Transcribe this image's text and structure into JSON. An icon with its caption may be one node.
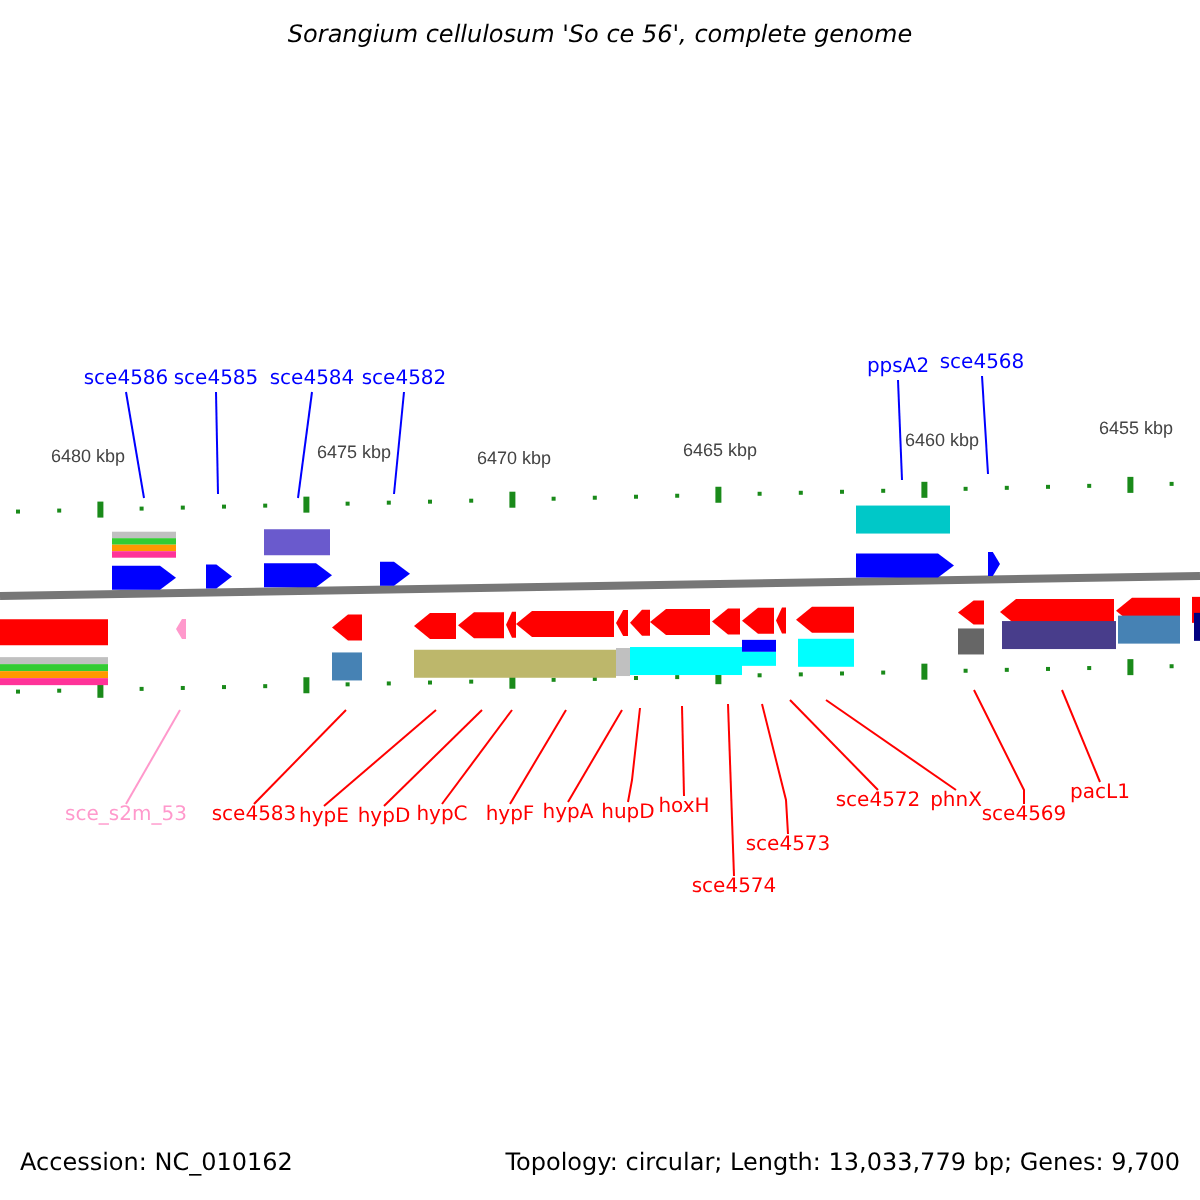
{
  "diagram": {
    "title": "Sorangium cellulosum 'So ce 56', complete genome",
    "nodes": [
      {
        "text": [
          "sce4586"
        ]
      },
      {
        "text": [
          "sce4585"
        ]
      },
      {
        "text": [
          "sce4584"
        ]
      },
      {
        "text": [
          "sce4582"
        ]
      },
      {
        "text": [
          "ppsA2"
        ]
      },
      {
        "text": [
          "sce4568"
        ]
      },
      {
        "text": [
          "sce_s2m_53"
        ]
      },
      {
        "text": [
          "sce4583"
        ]
      },
      {
        "text": [
          "hypE"
        ]
      },
      {
        "text": [
          "hypD"
        ]
      },
      {
        "text": [
          "hypC"
        ]
      },
      {
        "text": [
          "hypF"
        ]
      },
      {
        "text": [
          "hypA"
        ]
      },
      {
        "text": [
          "hupD"
        ]
      },
      {
        "text": [
          "hoxH"
        ]
      },
      {
        "text": [
          "sce4574"
        ]
      },
      {
        "text": [
          "sce4573"
        ]
      },
      {
        "text": [
          "sce4572"
        ]
      },
      {
        "text": [
          "phnX"
        ]
      },
      {
        "text": [
          "sce4569"
        ]
      },
      {
        "text": [
          "pacL1"
        ]
      }
    ],
    "edges": [
      {
        "from": 0,
        "to": null,
        "arrow": "none",
        "color": "#0000ff"
      },
      {
        "from": 1,
        "to": null,
        "arrow": "none",
        "color": "#0000ff"
      },
      {
        "from": 2,
        "to": null,
        "arrow": "none",
        "color": "#0000ff"
      },
      {
        "from": 3,
        "to": null,
        "arrow": "none",
        "color": "#0000ff"
      },
      {
        "from": 4,
        "to": null,
        "arrow": "none",
        "color": "#0000ff"
      },
      {
        "from": 5,
        "to": null,
        "arrow": "none",
        "color": "#0000ff"
      },
      {
        "from": 6,
        "to": null,
        "arrow": "none",
        "color": "#ff99cc"
      },
      {
        "from": 7,
        "to": null,
        "arrow": "none"
      },
      {
        "from": 8,
        "to": null,
        "arrow": "none"
      },
      {
        "from": 9,
        "to": null,
        "arrow": "none"
      },
      {
        "from": 10,
        "to": null,
        "arrow": "none"
      },
      {
        "from": 11,
        "to": null,
        "arrow": "none"
      },
      {
        "from": 12,
        "to": null,
        "arrow": "none"
      },
      {
        "from": 13,
        "to": null,
        "arrow": "none"
      },
      {
        "from": 14,
        "to": null,
        "arrow": "none"
      },
      {
        "from": 15,
        "to": null,
        "arrow": "none"
      },
      {
        "from": 16,
        "to": null,
        "arrow": "none"
      },
      {
        "from": 17,
        "to": null,
        "arrow": "none"
      },
      {
        "from": 18,
        "to": null,
        "arrow": "none"
      },
      {
        "from": 19,
        "to": null,
        "arrow": "none"
      },
      {
        "from": 20,
        "to": null,
        "arrow": "none"
      }
    ],
    "labels": [
      "6480 kbp",
      "6475 kbp",
      "6470 kbp",
      "6465 kbp",
      "6460 kbp",
      "6455 kbp",
      "Accession: NC_010162",
      "Topology: circular; Length: 13,033,779 bp; Genes: 9,700"
    ]
  }
}
